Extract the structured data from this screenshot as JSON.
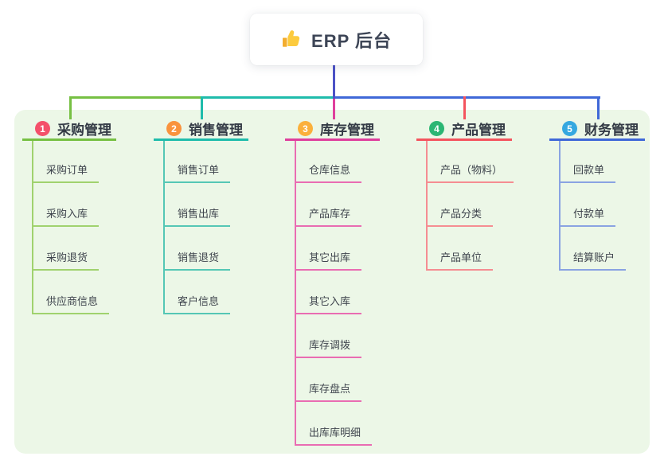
{
  "root": {
    "label": "ERP 后台",
    "icon": "thumbs-up-icon"
  },
  "branches": [
    {
      "badge": "1",
      "title": "采购管理",
      "badge_color": "#f4506a",
      "line_color": "#76c043",
      "child_line_color": "#a0d26e",
      "children": [
        "采购订单",
        "采购入库",
        "采购退货",
        "供应商信息"
      ]
    },
    {
      "badge": "2",
      "title": "销售管理",
      "badge_color": "#f9933d",
      "line_color": "#1fbcab",
      "child_line_color": "#55c7b5",
      "children": [
        "销售订单",
        "销售出库",
        "销售退货",
        "客户信息"
      ]
    },
    {
      "badge": "3",
      "title": "库存管理",
      "badge_color": "#fbb03c",
      "line_color": "#df3f9d",
      "child_line_color": "#e96cb2",
      "children": [
        "仓库信息",
        "产品库存",
        "其它出库",
        "其它入库",
        "库存调拨",
        "库存盘点",
        "出库库明细"
      ]
    },
    {
      "badge": "4",
      "title": "产品管理",
      "badge_color": "#2bb673",
      "line_color": "#f4545e",
      "child_line_color": "#f58d92",
      "children": [
        "产品（物料）",
        "产品分类",
        "产品单位"
      ]
    },
    {
      "badge": "5",
      "title": "财务管理",
      "badge_color": "#35a8e0",
      "line_color": "#3f68d8",
      "child_line_color": "#8aa3e2",
      "children": [
        "回款单",
        "付款单",
        "结算账户"
      ]
    }
  ],
  "colors": {
    "panel_bg": "#ecf7e7",
    "root_drop_line": "#4c52c6",
    "bus_left": "#76c043",
    "bus_mid": "#1fbcab",
    "bus_right": "#3f68d8"
  }
}
